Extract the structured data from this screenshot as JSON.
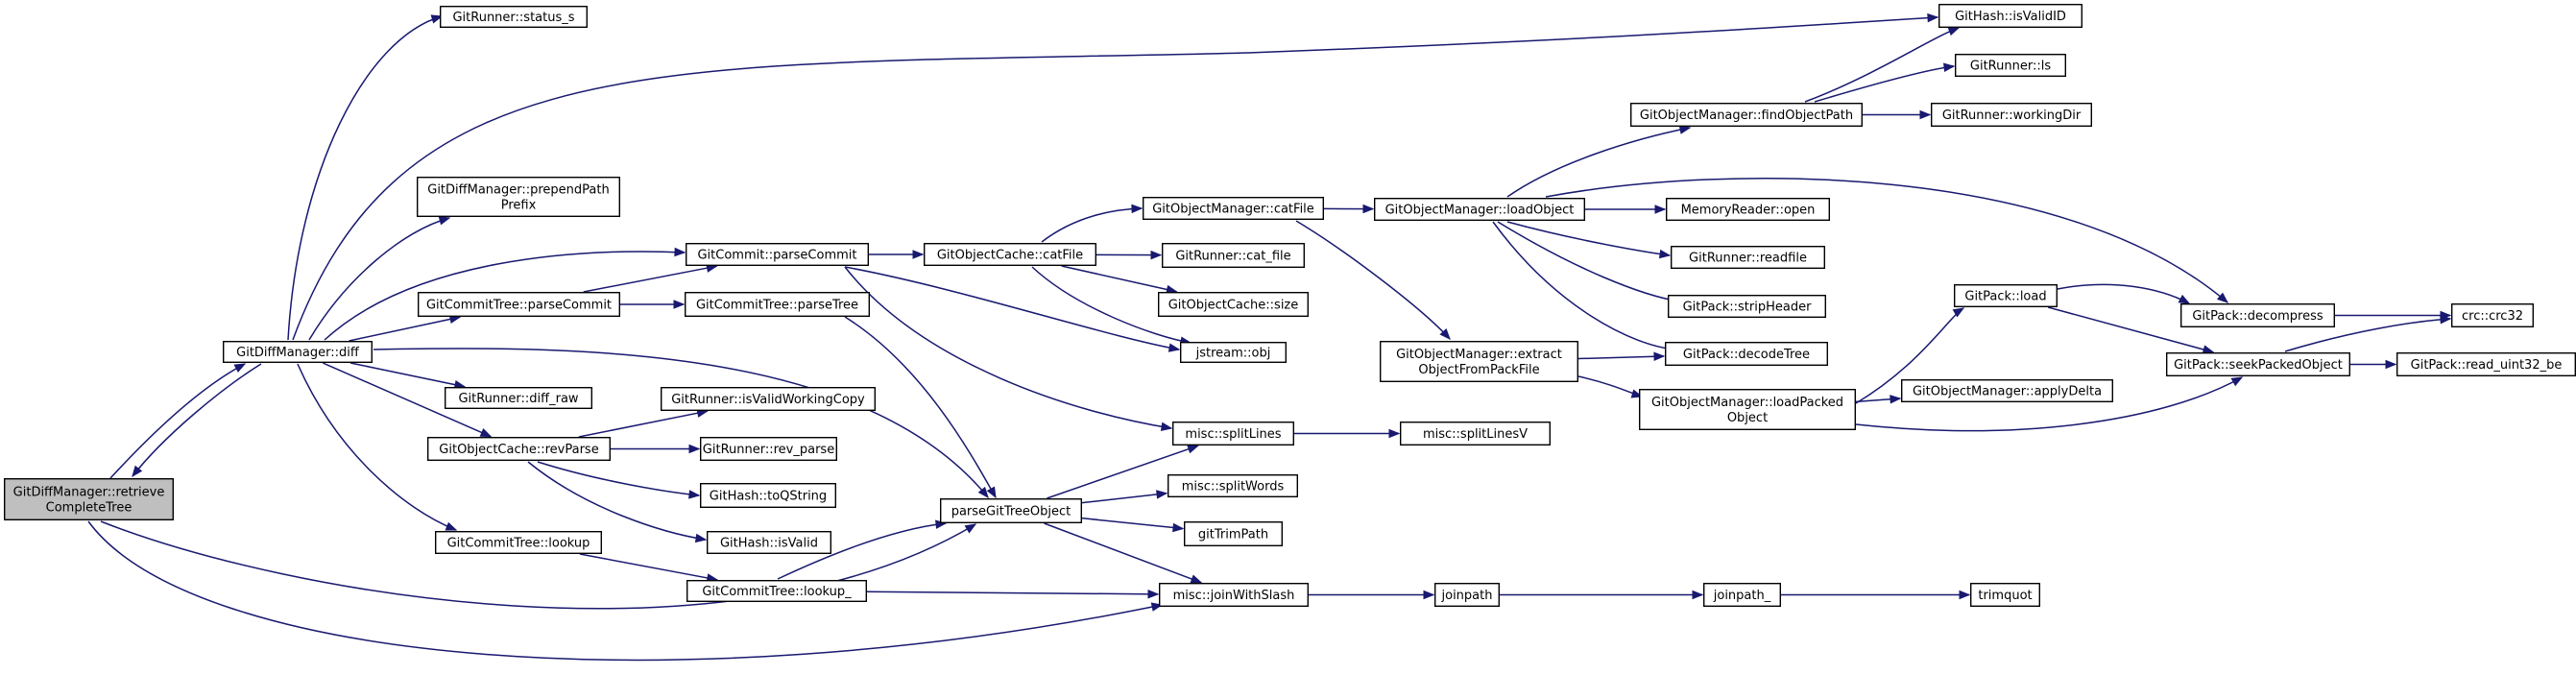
{
  "graph": {
    "edge_color": "#191970",
    "root_fill": "#bfbfbf",
    "nodes": [
      {
        "id": "root",
        "lines": [
          "GitDiffManager::retrieve",
          "CompleteTree"
        ],
        "root": true
      },
      {
        "id": "diff",
        "lines": [
          "GitDiffManager::diff"
        ]
      },
      {
        "id": "status_s",
        "lines": [
          "GitRunner::status_s"
        ]
      },
      {
        "id": "prependPath",
        "lines": [
          "GitDiffManager::prependPath",
          "Prefix"
        ]
      },
      {
        "id": "ct_parseCommit",
        "lines": [
          "GitCommitTree::parseCommit"
        ]
      },
      {
        "id": "diff_raw",
        "lines": [
          "GitRunner::diff_raw"
        ]
      },
      {
        "id": "revParse",
        "lines": [
          "GitObjectCache::revParse"
        ]
      },
      {
        "id": "ct_lookup",
        "lines": [
          "GitCommitTree::lookup"
        ]
      },
      {
        "id": "parseCommit",
        "lines": [
          "GitCommit::parseCommit"
        ]
      },
      {
        "id": "parseTree",
        "lines": [
          "GitCommitTree::parseTree"
        ]
      },
      {
        "id": "isValidWC",
        "lines": [
          "GitRunner::isValidWorkingCopy"
        ]
      },
      {
        "id": "rev_parse",
        "lines": [
          "GitRunner::rev_parse"
        ]
      },
      {
        "id": "toQString",
        "lines": [
          "GitHash::toQString"
        ]
      },
      {
        "id": "isValid",
        "lines": [
          "GitHash::isValid"
        ]
      },
      {
        "id": "lookup_",
        "lines": [
          "GitCommitTree::lookup_"
        ]
      },
      {
        "id": "cache_catFile",
        "lines": [
          "GitObjectCache::catFile"
        ]
      },
      {
        "id": "parseGitTreeObject",
        "lines": [
          "parseGitTreeObject"
        ]
      },
      {
        "id": "om_catFile",
        "lines": [
          "GitObjectManager::catFile"
        ]
      },
      {
        "id": "cat_file",
        "lines": [
          "GitRunner::cat_file"
        ]
      },
      {
        "id": "cache_size",
        "lines": [
          "GitObjectCache::size"
        ]
      },
      {
        "id": "jstream",
        "lines": [
          "jstream::obj"
        ]
      },
      {
        "id": "splitLines",
        "lines": [
          "misc::splitLines"
        ]
      },
      {
        "id": "splitWords",
        "lines": [
          "misc::splitWords"
        ]
      },
      {
        "id": "gitTrimPath",
        "lines": [
          "gitTrimPath"
        ]
      },
      {
        "id": "joinWithSlash",
        "lines": [
          "misc::joinWithSlash"
        ]
      },
      {
        "id": "loadObject",
        "lines": [
          "GitObjectManager::loadObject"
        ]
      },
      {
        "id": "extractObj",
        "lines": [
          "GitObjectManager::extract",
          "ObjectFromPackFile"
        ]
      },
      {
        "id": "splitLinesV",
        "lines": [
          "misc::splitLinesV"
        ]
      },
      {
        "id": "joinpath",
        "lines": [
          "joinpath"
        ]
      },
      {
        "id": "findObjectPath",
        "lines": [
          "GitObjectManager::findObjectPath"
        ]
      },
      {
        "id": "mem_open",
        "lines": [
          "MemoryReader::open"
        ]
      },
      {
        "id": "readfile",
        "lines": [
          "GitRunner::readfile"
        ]
      },
      {
        "id": "stripHeader",
        "lines": [
          "GitPack::stripHeader"
        ]
      },
      {
        "id": "decodeTree",
        "lines": [
          "GitPack::decodeTree"
        ]
      },
      {
        "id": "loadPacked",
        "lines": [
          "GitObjectManager::loadPacked",
          "Object"
        ]
      },
      {
        "id": "joinpath_",
        "lines": [
          "joinpath_"
        ]
      },
      {
        "id": "isValidID",
        "lines": [
          "GitHash::isValidID"
        ]
      },
      {
        "id": "ls",
        "lines": [
          "GitRunner::ls"
        ]
      },
      {
        "id": "workingDir",
        "lines": [
          "GitRunner::workingDir"
        ]
      },
      {
        "id": "pack_load",
        "lines": [
          "GitPack::load"
        ]
      },
      {
        "id": "applyDelta",
        "lines": [
          "GitObjectManager::applyDelta"
        ]
      },
      {
        "id": "decompress",
        "lines": [
          "GitPack::decompress"
        ]
      },
      {
        "id": "seekPacked",
        "lines": [
          "GitPack::seekPackedObject"
        ]
      },
      {
        "id": "trimquot",
        "lines": [
          "trimquot"
        ]
      },
      {
        "id": "crc32",
        "lines": [
          "crc::crc32"
        ]
      },
      {
        "id": "read_uint32_be",
        "lines": [
          "GitPack::read_uint32_be"
        ]
      }
    ],
    "edges": [
      [
        "root",
        "diff"
      ],
      [
        "diff",
        "root"
      ],
      [
        "root",
        "parseGitTreeObject"
      ],
      [
        "root",
        "joinWithSlash"
      ],
      [
        "diff",
        "status_s"
      ],
      [
        "diff",
        "isValidID"
      ],
      [
        "diff",
        "prependPath"
      ],
      [
        "diff",
        "parseCommit"
      ],
      [
        "diff",
        "ct_parseCommit"
      ],
      [
        "diff",
        "parseGitTreeObject"
      ],
      [
        "diff",
        "diff_raw"
      ],
      [
        "diff",
        "revParse"
      ],
      [
        "diff",
        "ct_lookup"
      ],
      [
        "ct_parseCommit",
        "parseCommit"
      ],
      [
        "ct_parseCommit",
        "parseTree"
      ],
      [
        "parseCommit",
        "cache_catFile"
      ],
      [
        "parseCommit",
        "jstream"
      ],
      [
        "parseCommit",
        "splitLines"
      ],
      [
        "parseTree",
        "parseGitTreeObject"
      ],
      [
        "revParse",
        "isValidWC"
      ],
      [
        "revParse",
        "rev_parse"
      ],
      [
        "revParse",
        "toQString"
      ],
      [
        "revParse",
        "isValid"
      ],
      [
        "ct_lookup",
        "lookup_"
      ],
      [
        "lookup_",
        "parseGitTreeObject"
      ],
      [
        "lookup_",
        "joinWithSlash"
      ],
      [
        "cache_catFile",
        "om_catFile"
      ],
      [
        "cache_catFile",
        "cat_file"
      ],
      [
        "cache_catFile",
        "cache_size"
      ],
      [
        "cache_catFile",
        "jstream"
      ],
      [
        "om_catFile",
        "loadObject"
      ],
      [
        "om_catFile",
        "extractObj"
      ],
      [
        "parseGitTreeObject",
        "splitLines"
      ],
      [
        "parseGitTreeObject",
        "splitWords"
      ],
      [
        "parseGitTreeObject",
        "gitTrimPath"
      ],
      [
        "parseGitTreeObject",
        "joinWithSlash"
      ],
      [
        "splitLines",
        "splitLinesV"
      ],
      [
        "joinWithSlash",
        "joinpath"
      ],
      [
        "joinpath",
        "joinpath_"
      ],
      [
        "joinpath_",
        "trimquot"
      ],
      [
        "loadObject",
        "findObjectPath"
      ],
      [
        "loadObject",
        "mem_open"
      ],
      [
        "loadObject",
        "readfile"
      ],
      [
        "loadObject",
        "stripHeader"
      ],
      [
        "loadObject",
        "decodeTree"
      ],
      [
        "loadObject",
        "decompress"
      ],
      [
        "extractObj",
        "decodeTree"
      ],
      [
        "extractObj",
        "loadPacked"
      ],
      [
        "findObjectPath",
        "isValidID"
      ],
      [
        "findObjectPath",
        "ls"
      ],
      [
        "findObjectPath",
        "workingDir"
      ],
      [
        "loadPacked",
        "pack_load"
      ],
      [
        "loadPacked",
        "applyDelta"
      ],
      [
        "loadPacked",
        "seekPacked"
      ],
      [
        "pack_load",
        "decompress"
      ],
      [
        "pack_load",
        "seekPacked"
      ],
      [
        "decompress",
        "crc32"
      ],
      [
        "seekPacked",
        "crc32"
      ],
      [
        "seekPacked",
        "read_uint32_be"
      ]
    ]
  }
}
